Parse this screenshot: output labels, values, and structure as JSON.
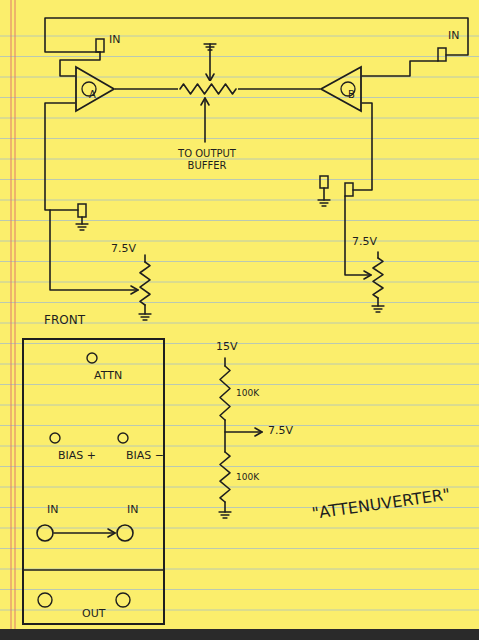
{
  "diagram": {
    "nodes": [
      {
        "text": [
          "A"
        ]
      },
      {
        "text": [
          "B"
        ]
      },
      {
        "text": [
          "FRONT",
          "ATTN",
          "BIAS +",
          "BIAS −",
          "IN",
          "IN",
          "OUT"
        ]
      }
    ],
    "edges": [
      {
        "from": 0,
        "to": 1,
        "arrow": "none"
      }
    ],
    "labels": [
      "IN",
      "IN",
      "TO OUTPUT BUFFER",
      "7.5V",
      "7.5V",
      "15V",
      "100K",
      "7.5V",
      "100K",
      "\"ATTENUVERTER\""
    ]
  }
}
